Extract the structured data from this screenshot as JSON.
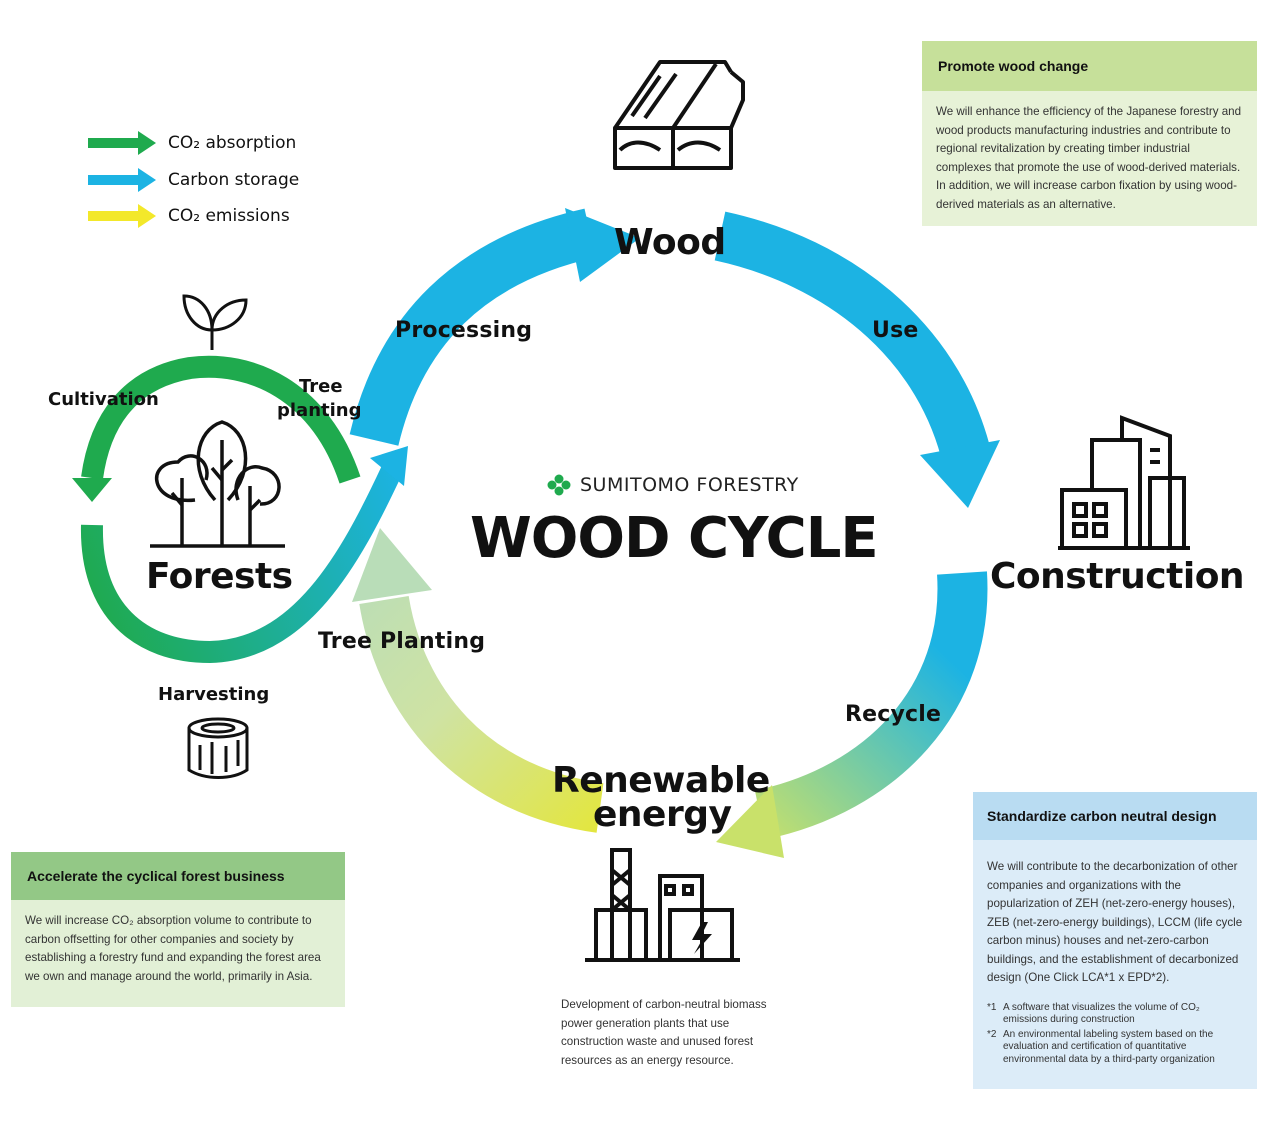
{
  "legend": [
    {
      "label": "CO₂ absorption",
      "color": "#1faa4e"
    },
    {
      "label": "Carbon storage",
      "color": "#1cb3e3"
    },
    {
      "label": "CO₂ emissions",
      "color": "#f3e82a"
    }
  ],
  "brand": "SUMITOMO FORESTRY",
  "title": "WOOD CYCLE",
  "nodes": {
    "wood": "Wood",
    "construction": "Construction",
    "energy_line1": "Renewable",
    "energy_line2": "energy",
    "forests": "Forests"
  },
  "stages": {
    "processing": "Processing",
    "use": "Use",
    "recycle": "Recycle",
    "tree_planting_main": "Tree Planting",
    "cultivation": "Cultivation",
    "tree_planting_small_1": "Tree",
    "tree_planting_small_2": "planting",
    "harvesting": "Harvesting"
  },
  "boxes": {
    "wood": {
      "title": "Promote wood change",
      "body": "We will enhance the efficiency of the Japanese forestry and wood products manufacturing industries and contribute to regional revitalization by creating timber industrial complexes that promote the use of wood-derived materials. In addition, we will increase carbon fixation by using wood-derived materials as an alternative."
    },
    "forest": {
      "title": "Accelerate the cyclical forest business",
      "body": "We will increase CO₂ absorption volume to contribute to carbon offsetting for other companies and society by establishing a forestry fund and expanding the forest area we own and manage around the world, primarily in Asia."
    },
    "design": {
      "title": "Standardize carbon neutral design",
      "body": "We will contribute to the decarbonization of other companies and organizations with the popularization of ZEH (net-zero-energy houses), ZEB (net-zero-energy buildings), LCCM (life cycle carbon minus) houses and net-zero-carbon buildings, and the establishment of decarbonized design (One Click LCA*1 x EPD*2).",
      "notes": [
        {
          "mark": "*1",
          "text": "A software that visualizes the volume of CO₂ emissions during construction"
        },
        {
          "mark": "*2",
          "text": "An environmental labeling system based on the evaluation and certification of quantitative environmental data by a third-party organization"
        }
      ]
    }
  },
  "energy_description": "Development of carbon-neutral biomass power generation plants that use construction waste and unused forest resources as an energy resource."
}
